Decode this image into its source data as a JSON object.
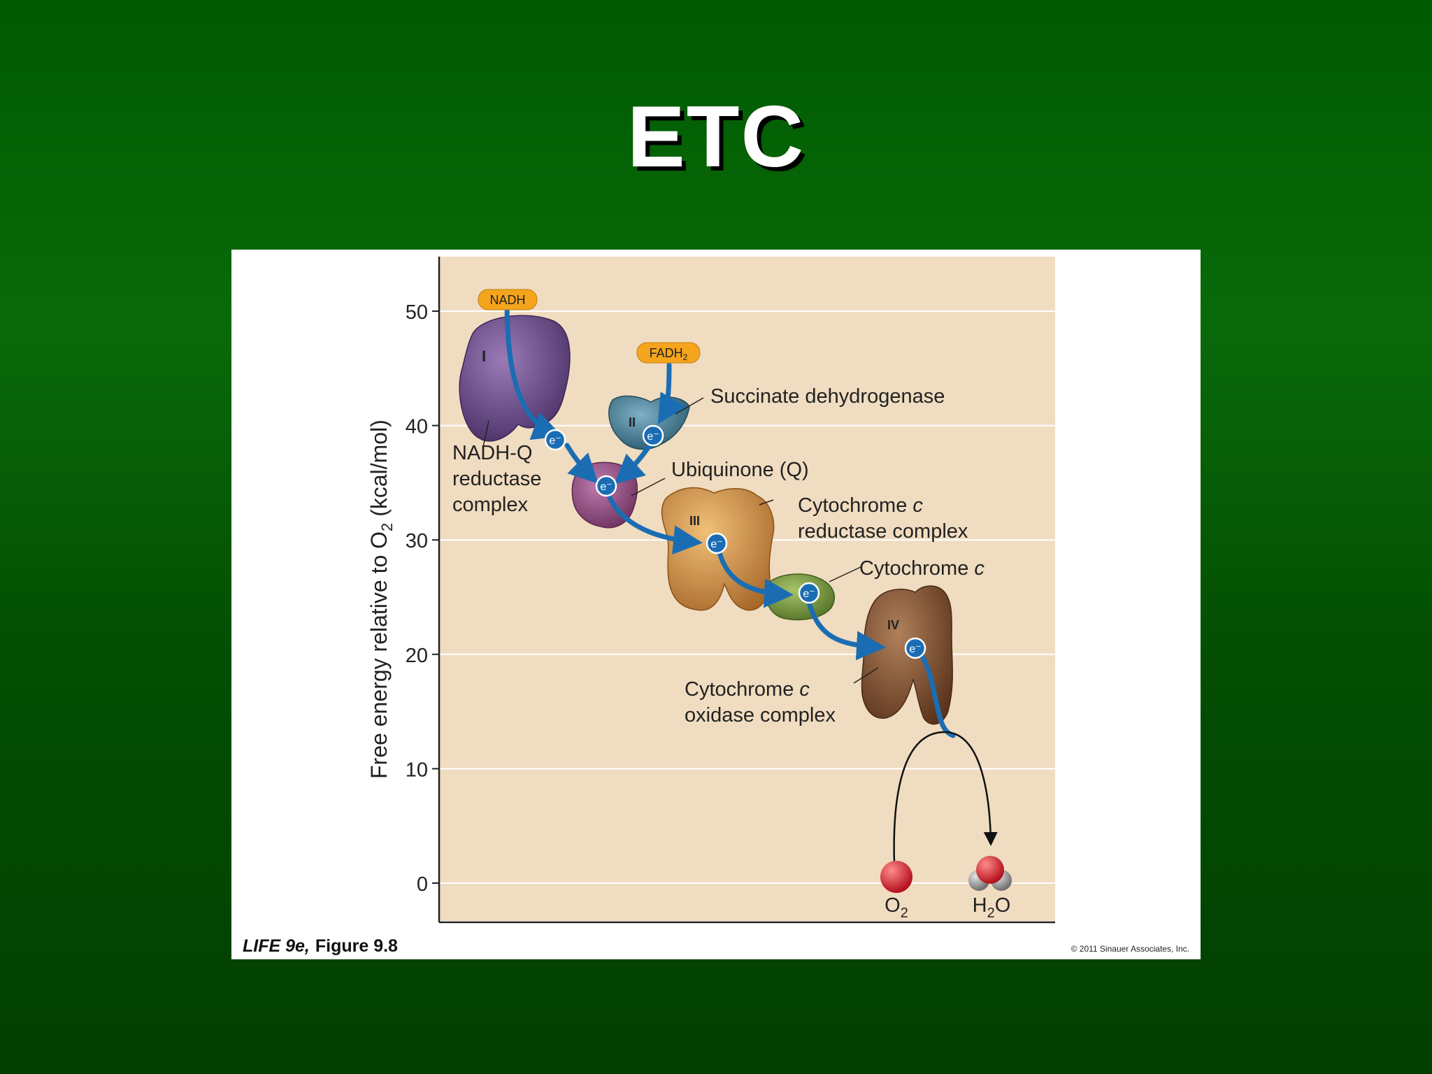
{
  "slide": {
    "title": "ETC"
  },
  "figure": {
    "caption_source": "LIFE 9e,",
    "caption_figure": "Figure 9.8",
    "copyright": "© 2011 Sinauer Associates, Inc.",
    "y_axis": {
      "label_prefix": "Free energy relative to O",
      "label_sub": "2",
      "label_suffix": " (kcal/mol)",
      "ticks": [
        "50",
        "40",
        "30",
        "20",
        "10",
        "0"
      ],
      "range": [
        0,
        50
      ]
    },
    "inputs": {
      "nadh": "NADH",
      "fadh_prefix": "FADH",
      "fadh_sub": "2"
    },
    "complexes": {
      "I": {
        "numeral": "I",
        "line1": "NADH-Q",
        "line2": "reductase",
        "line3": "complex"
      },
      "II": {
        "numeral": "II",
        "label": "Succinate dehydrogenase"
      },
      "Q": {
        "label": "Ubiquinone (Q)"
      },
      "III": {
        "numeral": "III",
        "line1_prefix": "Cytochrome ",
        "line1_italic": "c",
        "line2": "reductase complex"
      },
      "cytc": {
        "label_prefix": "Cytochrome ",
        "label_italic": "c"
      },
      "IV": {
        "numeral": "IV",
        "line1_prefix": "Cytochrome ",
        "line1_italic": "c",
        "line2": "oxidase complex"
      }
    },
    "electron_label": "e⁻",
    "products": {
      "o2_prefix": "O",
      "o2_sub": "2",
      "h2o_prefix": "H",
      "h2o_sub": "2",
      "h2o_suffix": "O"
    },
    "colors": {
      "background": "#f0dcc0",
      "arrow": "#1b6db3",
      "complex_I": "#6b4a8c",
      "complex_II": "#3f7a94",
      "ubiquinone": "#9a4f86",
      "complex_III": "#c98a3a",
      "cytochrome_c": "#7a9a3c",
      "complex_IV": "#7a4a2c",
      "label_box": "#f4a51c",
      "oxygen": "#d81f2a",
      "hydrogen": "#9a9a9a"
    }
  }
}
